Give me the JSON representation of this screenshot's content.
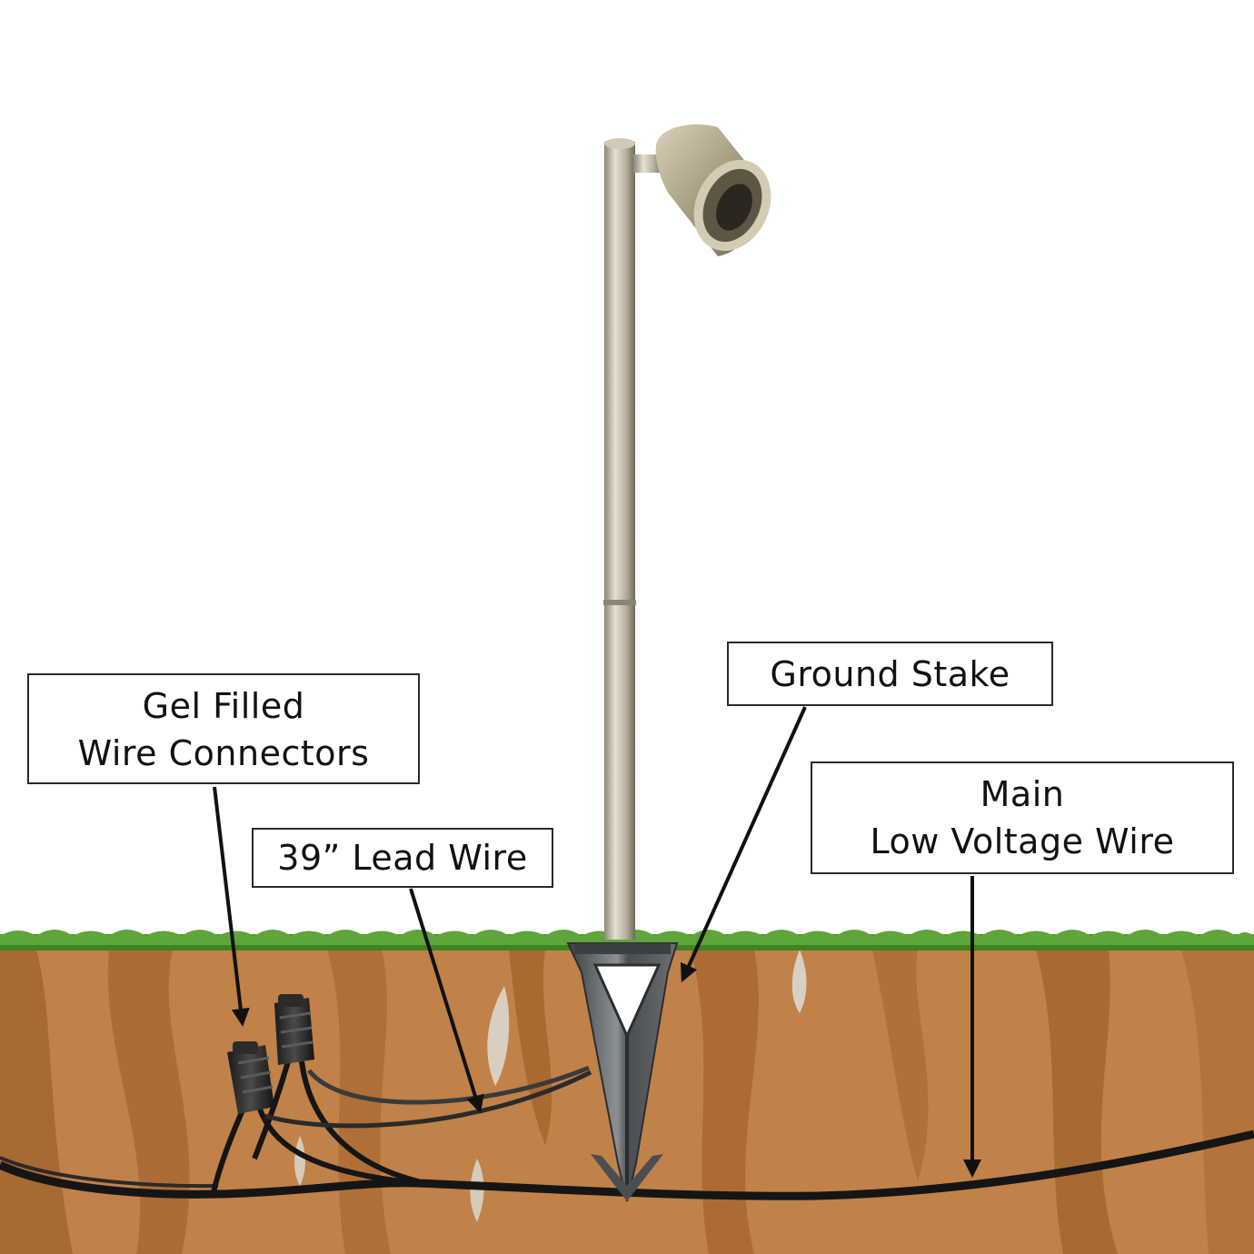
{
  "labels": {
    "gel_line1": "Gel Filled",
    "gel_line2": "Wire Connectors",
    "lead_wire": "39” Lead Wire",
    "ground_stake": "Ground Stake",
    "main_line1": "Main",
    "main_line2": "Low Voltage Wire"
  },
  "colors": {
    "soil": "#c08248",
    "soil_dark": "#a5652e",
    "grass": "#4f9a2c",
    "wire": "#151515",
    "metal": "#b5ad9a",
    "stake": "#5a5d60"
  }
}
